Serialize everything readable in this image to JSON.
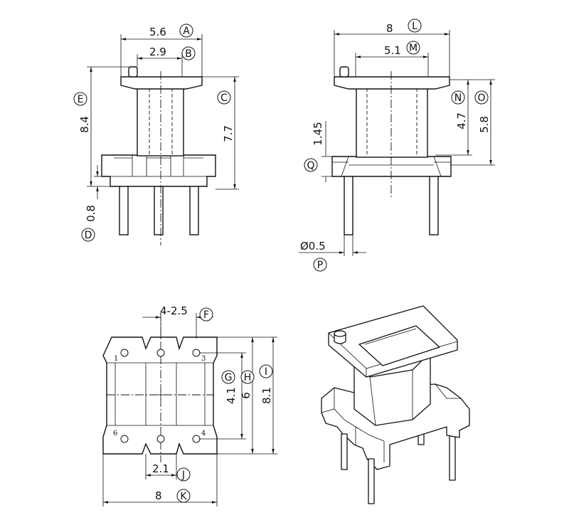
{
  "dimensions": {
    "width_flange": "5.6",
    "core_width": "2.9",
    "total_height": "8.4",
    "bobbin_height": "7.7",
    "pin_offset": "0.8",
    "pitch": "4-2.5",
    "pin_span_inner": "4.1",
    "pin_span_outer": "6",
    "base_depth": "8.1",
    "pin_row_gap": "2.1",
    "base_width": "8",
    "side_width": "8",
    "side_core_width": "5.1",
    "side_height_inner": "4.7",
    "side_height_total": "5.8",
    "side_base_thickness": "1.45",
    "pin_diameter": "Ø0.5"
  },
  "labels": {
    "A": "A",
    "B": "B",
    "C": "C",
    "D": "D",
    "E": "E",
    "F": "F",
    "G": "G",
    "H": "H",
    "I": "I",
    "J": "J",
    "K": "K",
    "L": "L",
    "M": "M",
    "N": "N",
    "O": "O",
    "P": "P",
    "Q": "Q"
  },
  "pin_numbers": {
    "p1": "1",
    "p3": "3",
    "p4": "4",
    "p6": "6"
  }
}
